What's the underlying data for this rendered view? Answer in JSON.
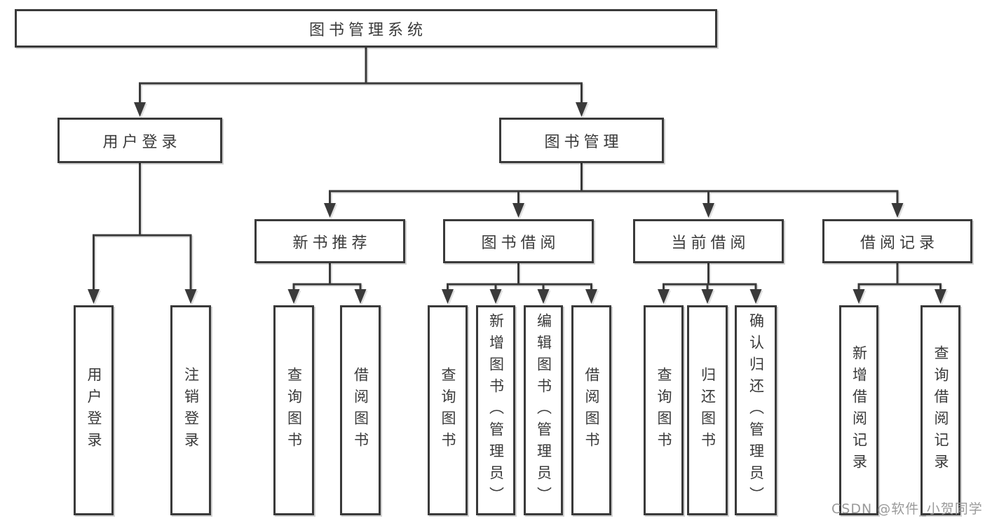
{
  "colors": {
    "line": "#3a3a3a",
    "box_border": "#3a3a3a",
    "box_fill": "#ffffff",
    "text": "#3a3a3a",
    "watermark_text_color": "#9a9a9a",
    "background": "#ffffff"
  },
  "tree": {
    "label": "图书管理系统",
    "children": [
      {
        "label": "用户登录",
        "children": [
          {
            "label": "用户登录"
          },
          {
            "label": "注销登录"
          }
        ]
      },
      {
        "label": "图书管理",
        "children": [
          {
            "label": "新书推荐",
            "children": [
              {
                "label": "查询图书"
              },
              {
                "label": "借阅图书"
              }
            ]
          },
          {
            "label": "图书借阅",
            "children": [
              {
                "label": "查询图书"
              },
              {
                "label": "新增图书（管理员）"
              },
              {
                "label": "编辑图书（管理员）"
              },
              {
                "label": "借阅图书"
              }
            ]
          },
          {
            "label": "当前借阅",
            "children": [
              {
                "label": "查询图书"
              },
              {
                "label": "归还图书"
              },
              {
                "label": "确认归还（管理员）"
              }
            ]
          },
          {
            "label": "借阅记录",
            "children": [
              {
                "label": "新增借阅记录"
              },
              {
                "label": "查询借阅记录"
              }
            ]
          }
        ]
      }
    ]
  },
  "watermark": {
    "text": "CSDN @软件_小贺同学"
  }
}
